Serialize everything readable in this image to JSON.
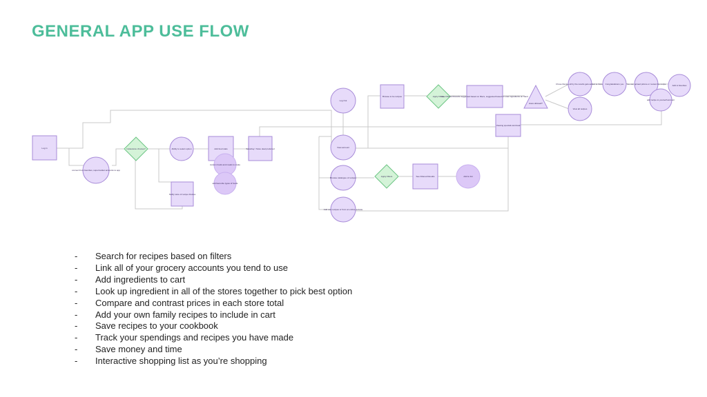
{
  "title": "GENERAL APP USE FLOW",
  "bullets": [
    "Search for recipes based on filters",
    "Link all of your grocery accounts you tend to use",
    "Add ingredients to cart",
    "Look up ingredient in all of the stores together to pick best option",
    "Compare and contrast prices in each store total",
    "Add your own family recipes to include in cart",
    "Save recipes to your cookbook",
    "Track your spendings and recipes you have made",
    "Save money and time",
    "Interactive shopping list as you’re shopping"
  ],
  "bullet_marker": "-",
  "flow": {
    "nodes": [
      {
        "id": "n1",
        "label": "Log in"
      },
      {
        "id": "n2",
        "label": "connect from favorites, supermarket accounts to app"
      },
      {
        "id": "n3",
        "label": "Intolerance choices?"
      },
      {
        "id": "n4",
        "label": "Ability to select option"
      },
      {
        "id": "n5",
        "label": "Notify store of recipe choices"
      },
      {
        "id": "n6",
        "label": "Add food stats"
      },
      {
        "id": "n7",
        "label": "custom foods and meals to make"
      },
      {
        "id": "n8",
        "label": "add favourite types of foods"
      },
      {
        "id": "n9",
        "label": "Saturday / Store deal preferred"
      },
      {
        "id": "n10",
        "label": "Log Out"
      },
      {
        "id": "n11",
        "label": "View account"
      },
      {
        "id": "n12",
        "label": "Browse catalogue of recipes"
      },
      {
        "id": "n13",
        "label": "Add own recipes or from an online website"
      },
      {
        "id": "n14",
        "label": "Browse to be recipes"
      },
      {
        "id": "n15",
        "label": "Apply Filters"
      },
      {
        "id": "n16",
        "label": "See Filtered Results suggested based on filters, suggested based on user ingredients on hand"
      },
      {
        "id": "n17",
        "label": "Have allowed?"
      },
      {
        "id": "n18",
        "label": "Viewing specials and deal"
      },
      {
        "id": "n19",
        "label": "Chose Recipe all by the results gets added to history"
      },
      {
        "id": "n20",
        "label": "View all recipes"
      },
      {
        "id": "n21",
        "label": "Congratulations you"
      },
      {
        "id": "n22",
        "label": "You can upload picture or review the recipe"
      },
      {
        "id": "n23",
        "label": "Add to favorites"
      },
      {
        "id": "n24",
        "label": "add recipe to yourself account"
      },
      {
        "id": "n25",
        "label": "Apply Filters"
      },
      {
        "id": "n26",
        "label": "See Filtered Results"
      },
      {
        "id": "n27",
        "label": "Add to list"
      }
    ]
  },
  "colors": {
    "title": "#4dbd9a",
    "node_purple": "#e7dbfa",
    "node_purple_stroke": "#a78bd8",
    "node_green": "#d4f3d8",
    "edge": "#c9c9c9"
  }
}
